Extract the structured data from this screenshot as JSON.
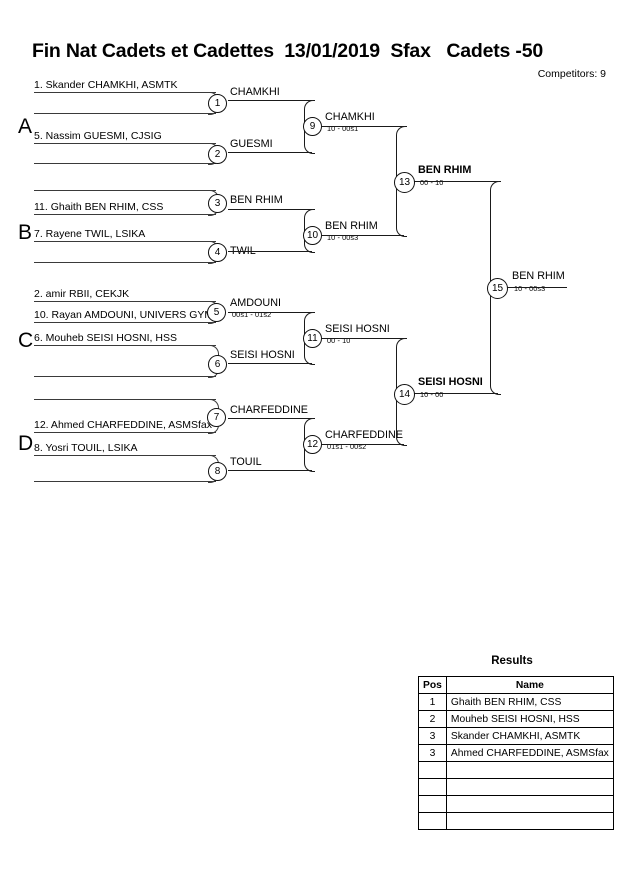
{
  "header": {
    "title": "Fin Nat Cadets et Cadettes  13/01/2019  Sfax   Cadets -50",
    "competitors": "Competitors: 9"
  },
  "groups": [
    {
      "label": "A"
    },
    {
      "label": "B"
    },
    {
      "label": "C"
    },
    {
      "label": "D"
    }
  ],
  "entrants": [
    {
      "id": "e1",
      "text": "1. Skander CHAMKHI, ASMTK"
    },
    {
      "id": "e5",
      "text": "5. Nassim GUESMI, CJSIG"
    },
    {
      "id": "e11",
      "text": "11. Ghaith BEN RHIM, CSS"
    },
    {
      "id": "e7",
      "text": "7. Rayene TWIL, LSIKA"
    },
    {
      "id": "e2",
      "text": "2. amir RBII, CEKJK"
    },
    {
      "id": "e10",
      "text": "10. Rayan AMDOUNI, UNIVERS GYM"
    },
    {
      "id": "e6",
      "text": "6. Mouheb SEISI HOSNI, HSS"
    },
    {
      "id": "e12",
      "text": "12. Ahmed CHARFEDDINE, ASMSfax"
    },
    {
      "id": "e8",
      "text": "8. Yosri TOUIL, LSIKA"
    }
  ],
  "matches": [
    {
      "num": "1",
      "winner": "CHAMKHI",
      "score": ""
    },
    {
      "num": "2",
      "winner": "GUESMI",
      "score": ""
    },
    {
      "num": "3",
      "winner": "BEN RHIM",
      "score": ""
    },
    {
      "num": "4",
      "winner": "TWIL",
      "score": ""
    },
    {
      "num": "5",
      "winner": "AMDOUNI",
      "score": "00s1 - 01s2"
    },
    {
      "num": "6",
      "winner": "SEISI HOSNI",
      "score": ""
    },
    {
      "num": "7",
      "winner": "CHARFEDDINE",
      "score": ""
    },
    {
      "num": "8",
      "winner": "TOUIL",
      "score": ""
    },
    {
      "num": "9",
      "winner": "CHAMKHI",
      "score": "10 - 00s1"
    },
    {
      "num": "10",
      "winner": "BEN RHIM",
      "score": "10 - 00s3"
    },
    {
      "num": "11",
      "winner": "SEISI HOSNI",
      "score": "00 - 10"
    },
    {
      "num": "12",
      "winner": "CHARFEDDINE",
      "score": "01s1 - 00s2"
    },
    {
      "num": "13",
      "winner": "BEN RHIM",
      "score": "00 - 10"
    },
    {
      "num": "14",
      "winner": "SEISI HOSNI",
      "score": "10 - 00"
    },
    {
      "num": "15",
      "winner": "BEN RHIM",
      "score": "10 - 00s3"
    }
  ],
  "results": {
    "title": "Results",
    "columns": {
      "pos": "Pos",
      "name": "Name"
    },
    "rows": [
      {
        "pos": "1",
        "name": "Ghaith BEN RHIM, CSS"
      },
      {
        "pos": "2",
        "name": "Mouheb SEISI HOSNI, HSS"
      },
      {
        "pos": "3",
        "name": "Skander CHAMKHI, ASMTK"
      },
      {
        "pos": "3",
        "name": "Ahmed CHARFEDDINE, ASMSfax"
      },
      {
        "pos": "",
        "name": ""
      },
      {
        "pos": "",
        "name": ""
      },
      {
        "pos": "",
        "name": ""
      },
      {
        "pos": "",
        "name": ""
      }
    ]
  }
}
